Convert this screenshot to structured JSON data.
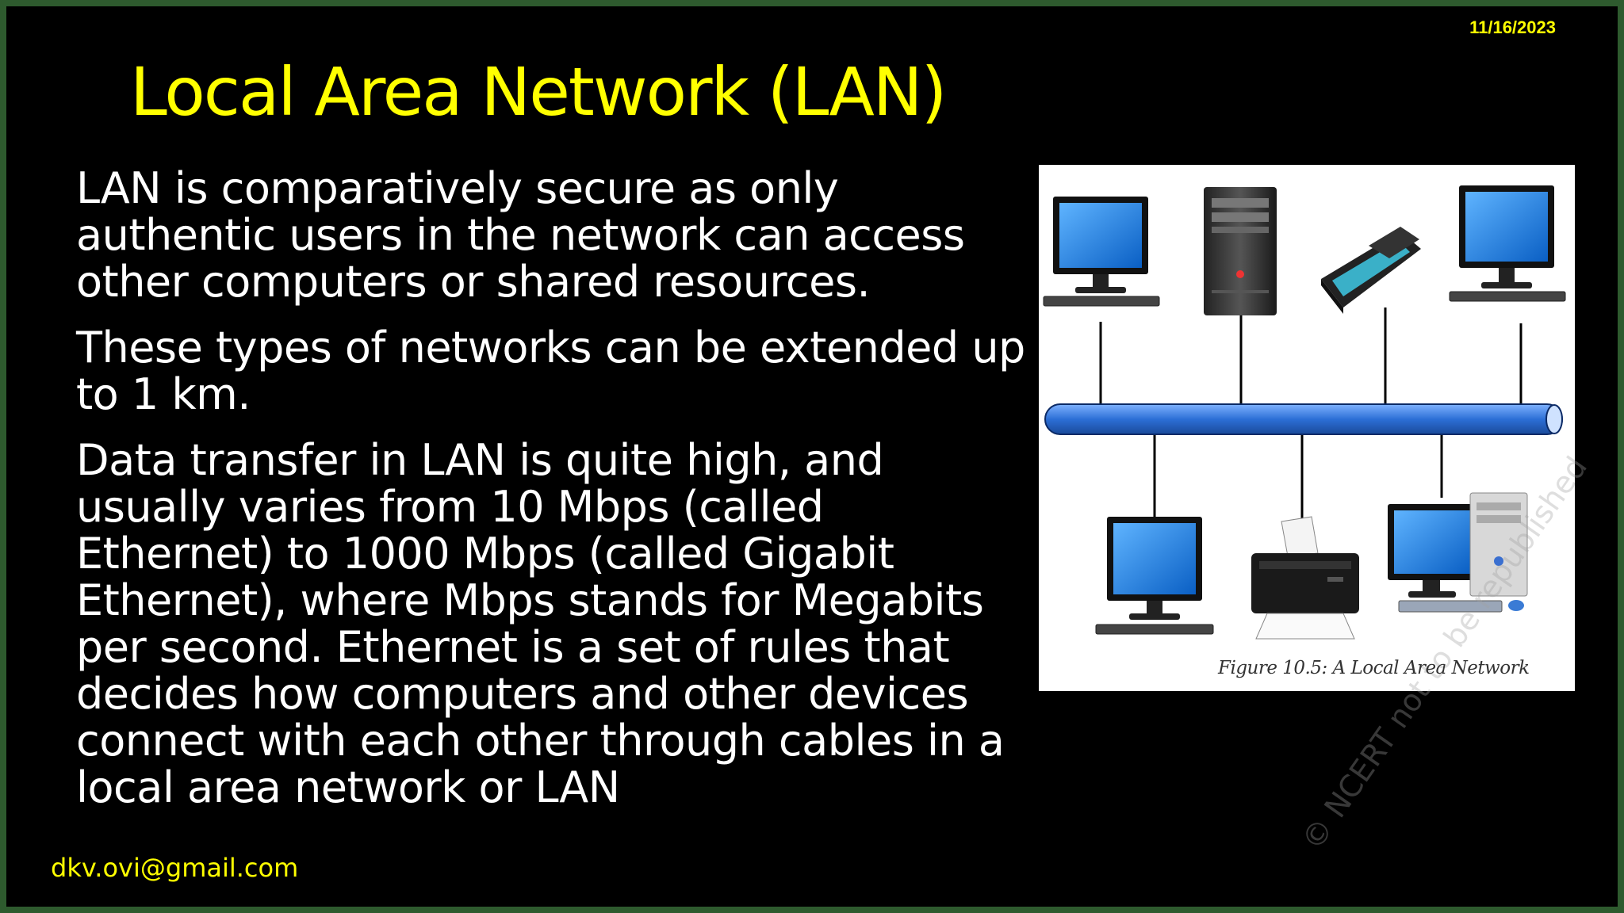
{
  "slide": {
    "date": "11/16/2023",
    "title": "Local Area Network (LAN)",
    "paragraphs": [
      "LAN is comparatively secure as only authentic users in the network can access other computers or shared resources.",
      "These types of networks can be extended up to 1 km.",
      "Data transfer in LAN is quite high, and usually varies from 10 Mbps (called Ethernet) to 1000 Mbps (called Gigabit Ethernet), where Mbps stands for Megabits per second. Ethernet is a set of rules that decides how computers and other devices connect with each other through cables in a local area network or LAN"
    ],
    "footer_email": "dkv.ovi@gmail.com"
  },
  "figure": {
    "caption": "Figure 10.5:   A Local Area Network",
    "watermark": "© NCERT not to be republished",
    "icons": [
      "monitor-icon",
      "tower-pc-icon",
      "scanner-icon",
      "monitor-icon",
      "monitor-icon",
      "printer-icon",
      "desktop-pc-icon"
    ],
    "colors": {
      "bus": "#3a7bd5",
      "screen": "#1e90ff",
      "title": "#ffff00",
      "border": "#2e5a2e"
    }
  }
}
